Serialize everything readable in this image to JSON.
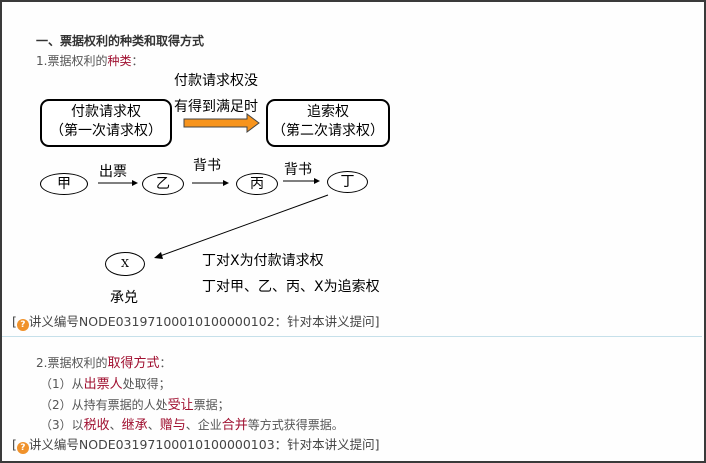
{
  "section_title": "一、票据权利的种类和取得方式",
  "part1": {
    "prefix": "1.票据权利的",
    "highlight": "种类",
    "suffix": "："
  },
  "diagram": {
    "box_left": {
      "line1": "付款请求权",
      "line2": "（第一次请求权）"
    },
    "box_right": {
      "line1": "追索权",
      "line2": "（第二次请求权）"
    },
    "arrow_label_line1": "付款请求权没",
    "arrow_label_line2": "有得到满足时",
    "nodes": [
      "甲",
      "乙",
      "丙",
      "丁",
      "X"
    ],
    "edge_labels": [
      "出票",
      "背书",
      "背书"
    ],
    "acceptor_label": "承兑",
    "note1": "丁对X为付款请求权",
    "note2": "丁对甲、乙、丙、X为追索权",
    "arrow_color": "#f7941d"
  },
  "ref1": {
    "open": "[",
    "icon": "question-icon",
    "text": "讲义编号NODE03197100010100000102：针对本讲义提问",
    "close": "]"
  },
  "part2": {
    "prefix": "2.票据权利的",
    "highlight": "取得方式",
    "suffix": "：",
    "items": [
      {
        "num": "（1）从",
        "hl1": "出票人",
        "rest": "处取得；"
      },
      {
        "num": "（2）从持有票据的人处",
        "hl1": "受让",
        "rest": "票据；"
      },
      {
        "num": "（3）以",
        "hl1": "税收",
        "sep1": "、",
        "hl2": "继承",
        "sep2": "、",
        "hl3": "赠与",
        "sep3": "、企业",
        "hl4": "合并",
        "rest": "等方式获得票据。"
      }
    ]
  },
  "ref2": {
    "open": "[",
    "icon": "question-icon",
    "text": "讲义编号NODE03197100010100000103：针对本讲义提问",
    "close": "]"
  },
  "colors": {
    "highlight": "#a01030",
    "divider": "#c6e0ea",
    "frame": "#3a3a3a"
  }
}
